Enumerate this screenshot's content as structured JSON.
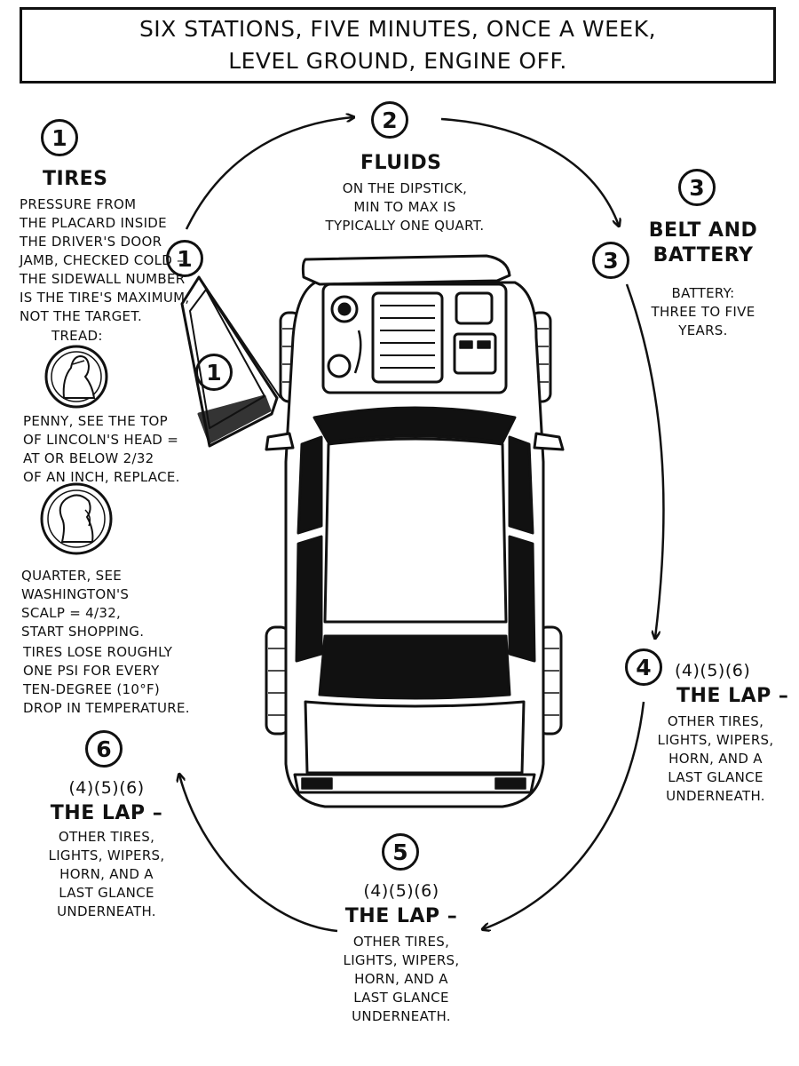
{
  "banner": {
    "line1": "SIX STATIONS, FIVE MINUTES, ONCE A WEEK,",
    "line2": "LEVEL GROUND, ENGINE OFF."
  },
  "markers": {
    "one": "1",
    "two": "2",
    "three": "3",
    "four": "4",
    "five": "5",
    "six": "6"
  },
  "tires": {
    "title": "TIRES",
    "pressure": [
      "PRESSURE FROM",
      "THE PLACARD INSIDE",
      "THE DRIVER'S DOOR",
      "JAMB, CHECKED COLD –",
      "THE SIDEWALL NUMBER",
      "IS THE TIRE'S MAXIMUM,",
      "NOT THE TARGET."
    ],
    "tread_label": "TREAD:",
    "penny": [
      "PENNY, SEE THE TOP",
      "OF LINCOLN'S HEAD =",
      "AT OR BELOW 2/32",
      "OF AN INCH, REPLACE."
    ],
    "quarter": [
      "QUARTER, SEE",
      "WASHINGTON'S",
      "SCALP = 4/32,",
      "START SHOPPING."
    ],
    "temperature": [
      "TIRES LOSE ROUGHLY",
      "ONE PSI FOR EVERY",
      "TEN-DEGREE (10°F)",
      "DROP IN TEMPERATURE."
    ]
  },
  "fluids": {
    "title": "FLUIDS",
    "body": [
      "ON THE DIPSTICK,",
      "MIN TO MAX IS",
      "TYPICALLY ONE QUART."
    ]
  },
  "belt_battery": {
    "title_line1": "BELT AND",
    "title_line2": "BATTERY",
    "body": [
      "BATTERY:",
      "THREE TO FIVE",
      "YEARS."
    ]
  },
  "lap": {
    "subhead": "(4)(5)(6)",
    "title": "THE LAP –",
    "body": [
      "OTHER TIRES,",
      "LIGHTS, WIPERS,",
      "HORN, AND A",
      "LAST GLANCE",
      "UNDERNEATH."
    ]
  },
  "icons": {
    "penny": "penny-lincoln-icon",
    "quarter": "quarter-washington-icon",
    "car": "car-top-view-icon",
    "door": "open-driver-door-icon"
  },
  "colors": {
    "ink": "#111111",
    "paper": "#ffffff"
  }
}
